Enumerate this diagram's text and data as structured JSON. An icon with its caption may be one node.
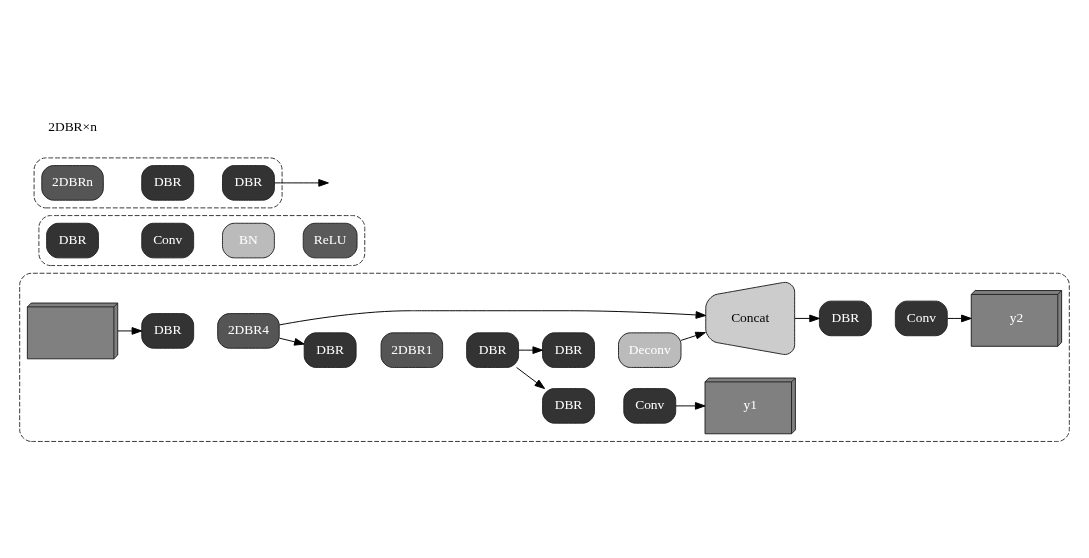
{
  "diagram": {
    "nodes": [
      {
        "text": [],
        "shape": "box"
      },
      {
        "text": [],
        "shape": "cube",
        "in": 0
      },
      {
        "text": [
          "DBR"
        ],
        "in": 0
      },
      {
        "text": [
          "2DBR4"
        ],
        "in": 0
      },
      {
        "text": [
          "DBR"
        ],
        "in": 0
      },
      {
        "text": [
          "2DBR1"
        ],
        "in": 0
      },
      {
        "text": [
          "DBR"
        ],
        "in": 0
      },
      {
        "text": [
          "DBR"
        ],
        "in": 0
      },
      {
        "text": [
          "Conv"
        ],
        "in": 0
      },
      {
        "text": [
          "y1"
        ],
        "in": 0
      },
      {
        "text": [
          "DBR"
        ],
        "in": 0
      },
      {
        "text": [
          "Deconv"
        ],
        "in": 0
      },
      {
        "text": [
          "Concat"
        ],
        "in": 0
      },
      {
        "text": [
          "DBR"
        ],
        "in": 0
      },
      {
        "text": [
          "Conv"
        ],
        "in": 0
      },
      {
        "text": [
          "y2"
        ],
        "in": 0
      },
      {
        "text": [],
        "shape": "box"
      },
      {
        "text": [
          "DBR"
        ],
        "in": 16
      },
      {
        "text": [
          "Conv"
        ],
        "in": 16
      },
      {
        "text": [
          "BN"
        ],
        "in": 16
      },
      {
        "text": [
          "ReLU"
        ],
        "in": 16
      },
      {
        "text": [],
        "shape": "box"
      },
      {
        "text": [
          "2DBRn"
        ],
        "in": 21
      },
      {
        "text": [
          "DBR"
        ],
        "in": 21
      },
      {
        "text": [
          "DBR"
        ],
        "in": 21
      }
    ],
    "edges": [
      {
        "from": 1,
        "to": 2,
        "arrow": "to"
      },
      {
        "from": 3,
        "to": 4,
        "arrow": "to"
      },
      {
        "from": 6,
        "to": 7,
        "arrow": "to"
      },
      {
        "from": 8,
        "to": 9,
        "arrow": "to"
      },
      {
        "from": 3,
        "to": 12,
        "arrow": "to"
      },
      {
        "from": 6,
        "to": 10,
        "arrow": "to"
      },
      {
        "from": 11,
        "to": 12,
        "arrow": "to"
      },
      {
        "from": 12,
        "to": 13,
        "arrow": "to"
      },
      {
        "from": 14,
        "to": 15,
        "arrow": "to"
      },
      {
        "from": 24,
        "to": null,
        "arrow": "to"
      }
    ],
    "labels": [
      "2DBR×n"
    ]
  }
}
